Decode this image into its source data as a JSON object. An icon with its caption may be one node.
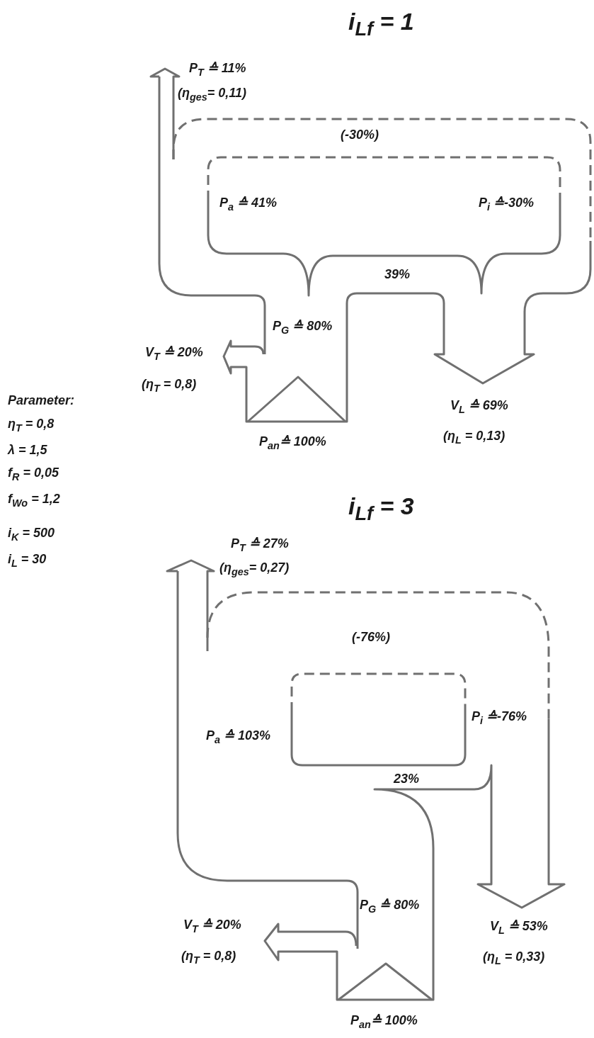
{
  "diagram": {
    "labels": [
      "i$_{Lf}$ = 1",
      "P$_{T}$ ≙ 11%",
      "(η$_{ges}$= 0,11)",
      "(-30%)",
      "P$_{a}$ ≙ 41%",
      "P$_{i}$ ≙-30%",
      "39%",
      "P$_{G}$ ≙ 80%",
      "V$_{T}$ ≙ 20%",
      "(η$_{T}$ = 0,8)",
      "Parameter:",
      "η$_{T}$ = 0,8",
      "λ = 1,5",
      "f$_{R}$ = 0,05",
      "f$_{Wo}$ = 1,2",
      "i$_{K}$ = 500",
      "i$_{L}$ = 30",
      "V$_{L}$ ≙ 69%",
      "P$_{an}$≙ 100%",
      "(η$_{L}$ = 0,13)",
      "i$_{Lf}$ = 3",
      "P$_{T}$ ≙ 27%",
      "(η$_{ges}$= 0,27)",
      "(-76%)",
      "P$_{i}$ ≙-76%",
      "P$_{a}$ ≙ 103%",
      "23%",
      "P$_{G}$ ≙ 80%",
      "V$_{T}$ ≙ 20%",
      "V$_{L}$ ≙ 53%",
      "(η$_{T}$ = 0,8)",
      "(η$_{L}$ = 0,33)",
      "P$_{an}$≙ 100%"
    ]
  }
}
